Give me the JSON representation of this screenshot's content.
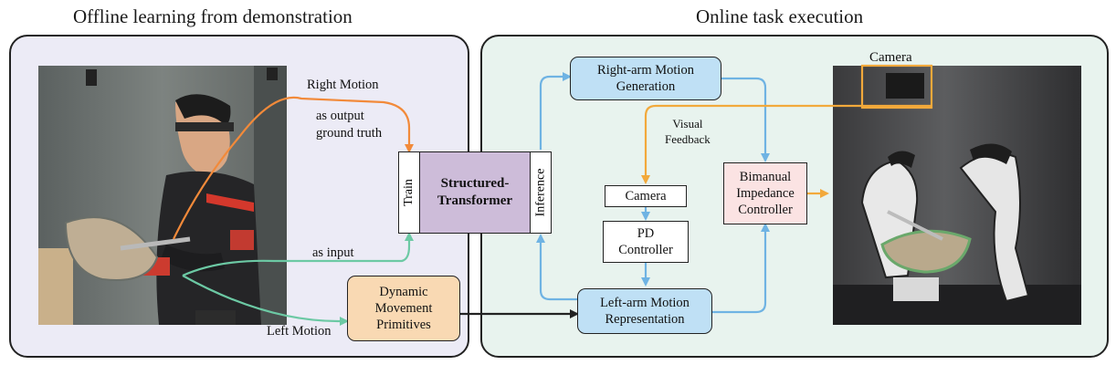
{
  "titles": {
    "offline": "Offline learning from demonstration",
    "online": "Online task execution"
  },
  "offline_labels": {
    "right_motion": "Right Motion",
    "as_output": "as output\nground truth",
    "as_input": "as input",
    "left_motion": "Left Motion"
  },
  "transformer": {
    "train": "Train",
    "name": "Structured-\nTransformer",
    "inference": "Inference"
  },
  "dmp": "Dynamic\nMovement\nPrimitives",
  "online_boxes": {
    "right_arm": "Right-arm Motion\nGeneration",
    "left_arm": "Left-arm Motion\nRepresentation",
    "camera_box": "Camera",
    "pd": "PD\nController",
    "impedance": "Bimanual\nImpedance\nController"
  },
  "online_labels": {
    "visual_feedback": "Visual\nFeedback",
    "camera_photo": "Camera"
  },
  "colors": {
    "offline_bg": "#ecebf6",
    "online_bg": "#e8f3ee",
    "right_motion_arrow": "#f28a3a",
    "left_motion_arrow": "#6cc9a4",
    "flow_arrow": "#6fb3e3",
    "feedback_arrow": "#f2a93b",
    "transformer_fill": "#cdbcd9",
    "dmp_fill": "#f9d9b3",
    "motion_box_fill": "#bfe0f5",
    "impedance_fill": "#fbe3e3"
  },
  "icons": {
    "human_demo_photo": "person-holding-bowl-and-ladle-photo",
    "robot_photo": "dual-arm-robot-with-bowl-photo"
  }
}
